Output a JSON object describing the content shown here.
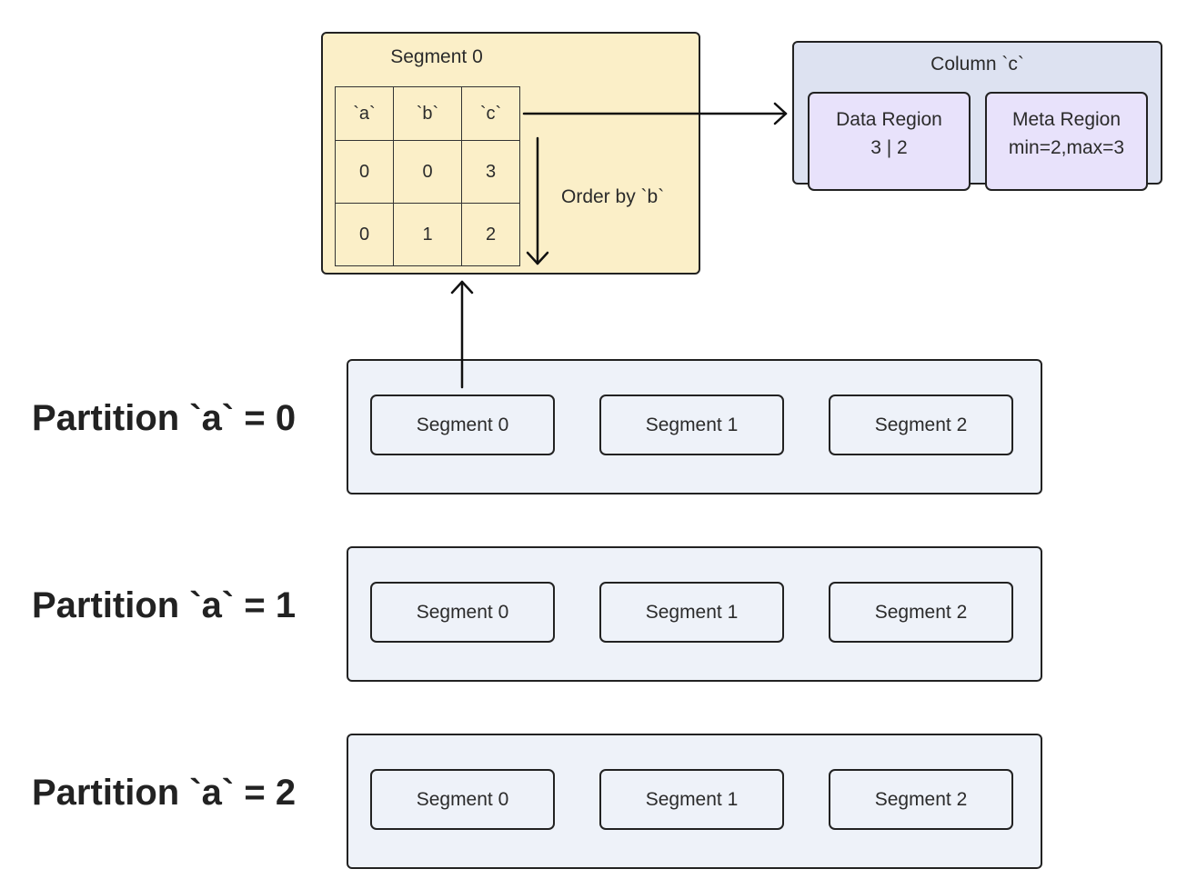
{
  "segment_detail": {
    "title": "Segment 0",
    "columns": [
      "`a`",
      "`b`",
      "`c`"
    ],
    "rows": [
      [
        "0",
        "0",
        "3"
      ],
      [
        "0",
        "1",
        "2"
      ]
    ],
    "order_label": "Order by `b`"
  },
  "column": {
    "title": "Column `c`",
    "data_region": {
      "label": "Data Region",
      "value": "3 | 2"
    },
    "meta_region": {
      "label": "Meta Region",
      "value": "min=2,max=3"
    }
  },
  "partitions": [
    {
      "label": "Partition `a` = 0",
      "segments": [
        "Segment 0",
        "Segment 1",
        "Segment 2"
      ]
    },
    {
      "label": "Partition `a` = 1",
      "segments": [
        "Segment 0",
        "Segment 1",
        "Segment 2"
      ]
    },
    {
      "label": "Partition `a` = 2",
      "segments": [
        "Segment 0",
        "Segment 1",
        "Segment 2"
      ]
    }
  ]
}
